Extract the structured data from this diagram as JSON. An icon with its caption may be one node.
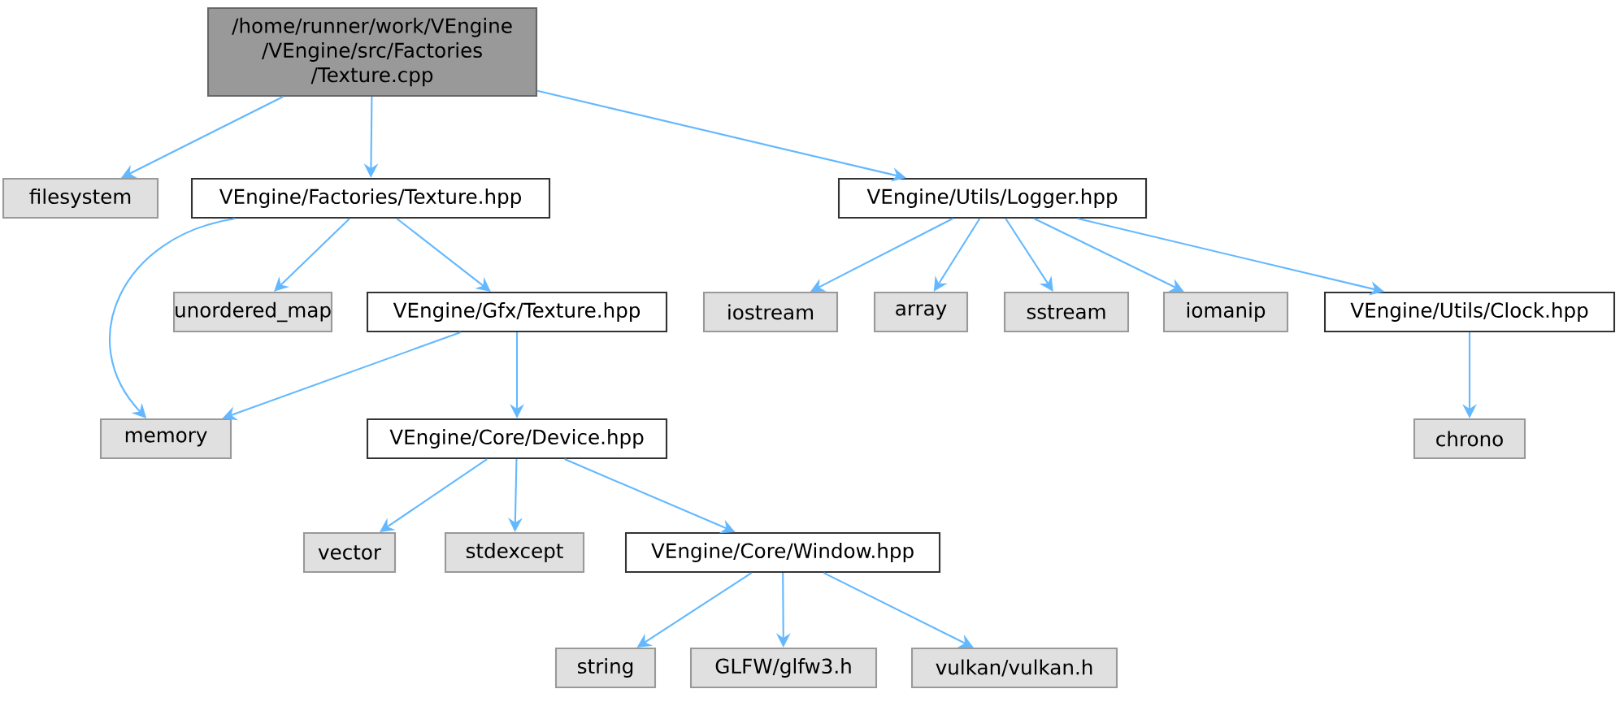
{
  "diagram": {
    "nodes": [
      {
        "text": [
          "/home/runner/work/VEngine /VEngine/src/Factories /Texture.cpp"
        ]
      },
      {
        "text": [
          "filesystem"
        ]
      },
      {
        "text": [
          "VEngine/Factories/Texture.hpp"
        ]
      },
      {
        "text": [
          "VEngine/Utils/Logger.hpp"
        ]
      },
      {
        "text": [
          "unordered_map"
        ]
      },
      {
        "text": [
          "VEngine/Gfx/Texture.hpp"
        ]
      },
      {
        "text": [
          "iostream"
        ]
      },
      {
        "text": [
          "array"
        ]
      },
      {
        "text": [
          "sstream"
        ]
      },
      {
        "text": [
          "iomanip"
        ]
      },
      {
        "text": [
          "VEngine/Utils/Clock.hpp"
        ]
      },
      {
        "text": [
          "memory"
        ]
      },
      {
        "text": [
          "VEngine/Core/Device.hpp"
        ]
      },
      {
        "text": [
          "chrono"
        ]
      },
      {
        "text": [
          "vector"
        ]
      },
      {
        "text": [
          "stdexcept"
        ]
      },
      {
        "text": [
          "VEngine/Core/Window.hpp"
        ]
      },
      {
        "text": [
          "string"
        ]
      },
      {
        "text": [
          "GLFW/glfw3.h"
        ]
      },
      {
        "text": [
          "vulkan/vulkan.h"
        ]
      }
    ],
    "edges": [
      {
        "from": 0,
        "to": 1,
        "arrow": "to"
      },
      {
        "from": 0,
        "to": 2,
        "arrow": "to"
      },
      {
        "from": 0,
        "to": 3,
        "arrow": "to"
      },
      {
        "from": 2,
        "to": 11,
        "arrow": "to"
      },
      {
        "from": 2,
        "to": 4,
        "arrow": "to"
      },
      {
        "from": 2,
        "to": 5,
        "arrow": "to"
      },
      {
        "from": 3,
        "to": 6,
        "arrow": "to"
      },
      {
        "from": 3,
        "to": 7,
        "arrow": "to"
      },
      {
        "from": 3,
        "to": 8,
        "arrow": "to"
      },
      {
        "from": 3,
        "to": 9,
        "arrow": "to"
      },
      {
        "from": 3,
        "to": 10,
        "arrow": "to"
      },
      {
        "from": 5,
        "to": 11,
        "arrow": "to"
      },
      {
        "from": 5,
        "to": 12,
        "arrow": "to"
      },
      {
        "from": 10,
        "to": 13,
        "arrow": "to"
      },
      {
        "from": 12,
        "to": 14,
        "arrow": "to"
      },
      {
        "from": 12,
        "to": 15,
        "arrow": "to"
      },
      {
        "from": 12,
        "to": 16,
        "arrow": "to"
      },
      {
        "from": 16,
        "to": 17,
        "arrow": "to"
      },
      {
        "from": 16,
        "to": 18,
        "arrow": "to"
      },
      {
        "from": 16,
        "to": 19,
        "arrow": "to"
      }
    ]
  }
}
